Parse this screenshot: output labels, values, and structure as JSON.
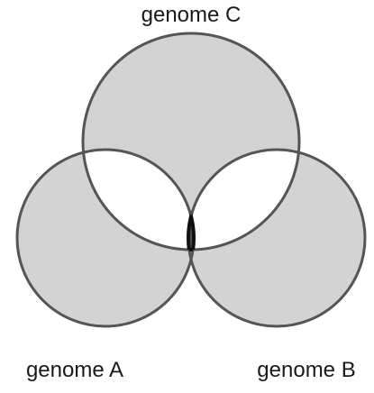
{
  "diagram": {
    "type": "venn-3",
    "sets": [
      {
        "key": "c",
        "label": "genome C"
      },
      {
        "key": "a",
        "label": "genome A"
      },
      {
        "key": "b",
        "label": "genome B"
      }
    ],
    "colors": {
      "single_region_fill": "#d3d3d3",
      "pairwise_region_fill": "#ffffff",
      "triple_region_fill": "#545454",
      "outline": "#555555",
      "triple_outline": "#111111"
    }
  }
}
